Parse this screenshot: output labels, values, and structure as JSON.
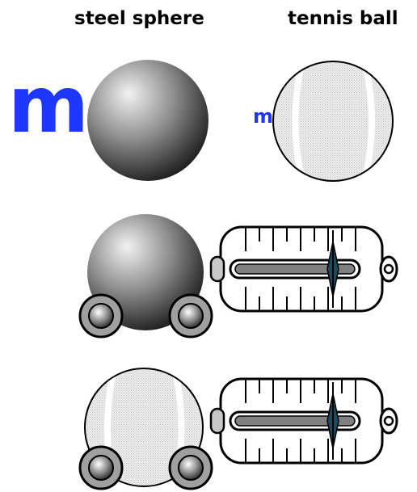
{
  "headings": {
    "steel": "steel sphere",
    "tennis": "tennis ball"
  },
  "mass_symbol": {
    "text": "m",
    "color": "#1d37ff"
  },
  "colors": {
    "outline": "#000000",
    "steel_light": "#f2f2f2",
    "steel_dark": "#1a1a1a",
    "tennis_fill": "#e6e6e6",
    "tennis_seam": "#ffffff",
    "scale_needle": "#1e4a5e",
    "scale_bar": "#808080",
    "wheel_fill": "#999999"
  },
  "icons": [
    "steel-sphere-icon",
    "tennis-ball-icon",
    "wheel-icon",
    "spring-scale-icon"
  ]
}
